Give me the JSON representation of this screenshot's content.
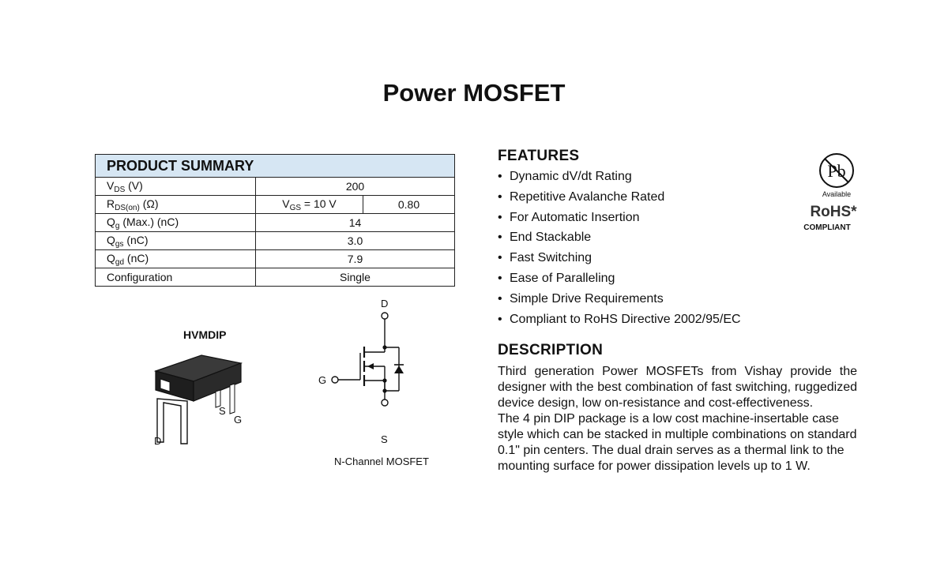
{
  "title": "Power MOSFET",
  "summary": {
    "header": "PRODUCT SUMMARY",
    "rows": [
      {
        "p_main": "V",
        "p_sub": "DS",
        "p_suffix": " (V)",
        "value": "200"
      },
      {
        "p_main": "R",
        "p_sub": "DS(on)",
        "p_suffix": " (Ω)",
        "cond_main": "V",
        "cond_sub": "GS",
        "cond_suffix": " = 10 V",
        "value": "0.80"
      },
      {
        "p_main": "Q",
        "p_sub": "g",
        "p_suffix": " (Max.) (nC)",
        "value": "14"
      },
      {
        "p_main": "Q",
        "p_sub": "gs",
        "p_suffix": " (nC)",
        "value": "3.0"
      },
      {
        "p_main": "Q",
        "p_sub": "gd",
        "p_suffix": " (nC)",
        "value": "7.9"
      },
      {
        "p_main": "Configuration",
        "p_sub": "",
        "p_suffix": "",
        "value": "Single"
      }
    ]
  },
  "features": {
    "title": "FEATURES",
    "items": [
      "Dynamic dV/dt Rating",
      "Repetitive Avalanche Rated",
      "For Automatic Insertion",
      "End Stackable",
      "Fast Switching",
      "Ease of Paralleling",
      "Simple Drive Requirements",
      "Compliant to RoHS Directive 2002/95/EC"
    ]
  },
  "description": {
    "title": "DESCRIPTION",
    "para1": "Third generation Power MOSFETs from Vishay provide the designer with the best combination of fast switching, ruggedized device design, low on-resistance and cost-effectiveness.",
    "para2": "The 4 pin DIP package is a low cost machine-insertable case style which can be stacked in multiple combinations on standard 0.1\" pin centers. The dual drain serves as a thermal link to the mounting surface for power dissipation levels up to 1 W."
  },
  "rohs": {
    "pb": "Pb",
    "available": "Available",
    "rohs": "RoHS*",
    "compliant": "COMPLIANT"
  },
  "package": {
    "label": "HVMDIP",
    "pin_d": "D",
    "pin_s": "S",
    "pin_g": "G"
  },
  "schematic": {
    "drain": "D",
    "gate": "G",
    "source": "S",
    "caption": "N-Channel MOSFET"
  }
}
